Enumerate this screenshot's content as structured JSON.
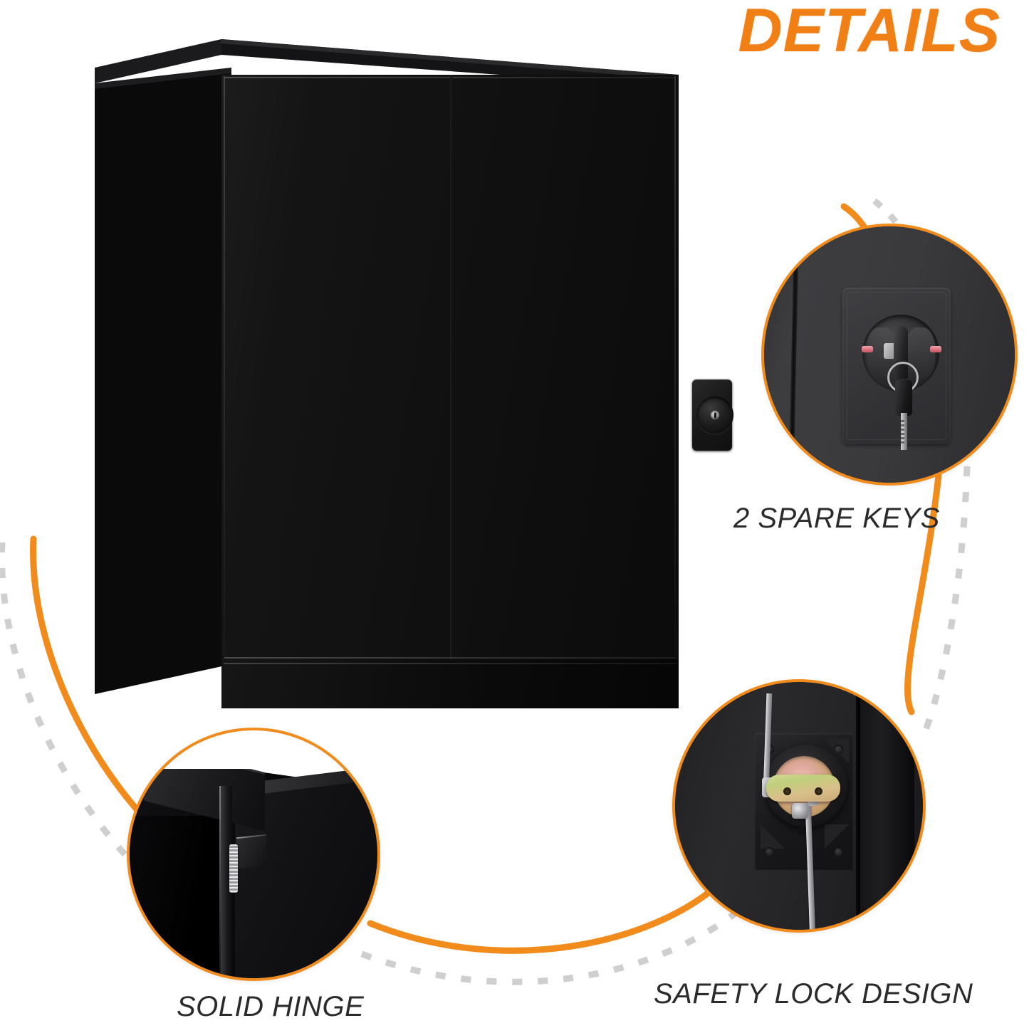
{
  "page": {
    "title": "DETAILS",
    "background_color": "#ffffff",
    "accent_color": "#F18C1C",
    "label_color": "#2b2b2b",
    "product_color": "#0d0d0d"
  },
  "product": {
    "name": "black-metal-storage-cabinet",
    "door_count": 2,
    "lock": {
      "name": "cabinet-door-lock",
      "type": "keyed-cam-lock",
      "position": "center-right-door"
    }
  },
  "callouts": [
    {
      "id": "spare-keys",
      "label": "2 SPARE KEYS",
      "subject": "lock-plate-with-key-inserted",
      "ring_color": "#F18C1C",
      "features": [
        "key-inserted",
        "key-ring",
        "two-red-indicator-marks",
        "recessed-lock-plate"
      ]
    },
    {
      "id": "safety-lock-design",
      "label": "SAFETY LOCK DESIGN",
      "subject": "internal-three-point-locking-mechanism",
      "ring_color": "#F18C1C",
      "features": [
        "yellow-zinc-cam-plate",
        "steel-locking-rods",
        "black-plastic-housing",
        "center-screw"
      ]
    },
    {
      "id": "solid-hinge",
      "label": "SOLID HINGE",
      "subject": "door-corner-hinge-pin",
      "ring_color": "#F18C1C",
      "features": [
        "chrome-hinge-pin",
        "steel-door-frame",
        "cabinet-corner"
      ]
    }
  ],
  "connectors": {
    "style": "orange-solid-curve-with-parallel-gray-dashed-curve",
    "solid_color": "#F18C1C",
    "dashed_color": "#cfcfcf"
  }
}
